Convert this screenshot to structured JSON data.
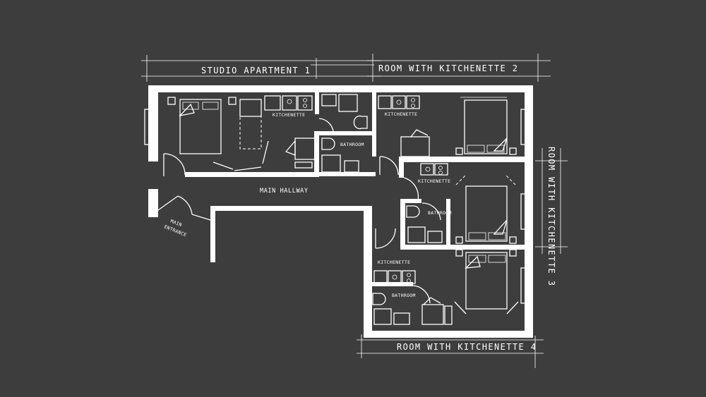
{
  "colors": {
    "background": "#3d3d3d",
    "lines": "#ffffff"
  },
  "labels": {
    "studio": "STUDIO APARTMENT 1",
    "room2": "ROOM WITH KITCHENETTE 2",
    "room3": "ROOM WITH KITCHENETTE 3",
    "room4": "ROOM WITH KITCHENETTE 4",
    "hallway": "MAIN HALLWAY",
    "entrance_line1": "MAIN",
    "entrance_line2": "ENTRANCE",
    "kitchenette": "KITCHENETTE",
    "bathroom": "BATHROOM"
  }
}
